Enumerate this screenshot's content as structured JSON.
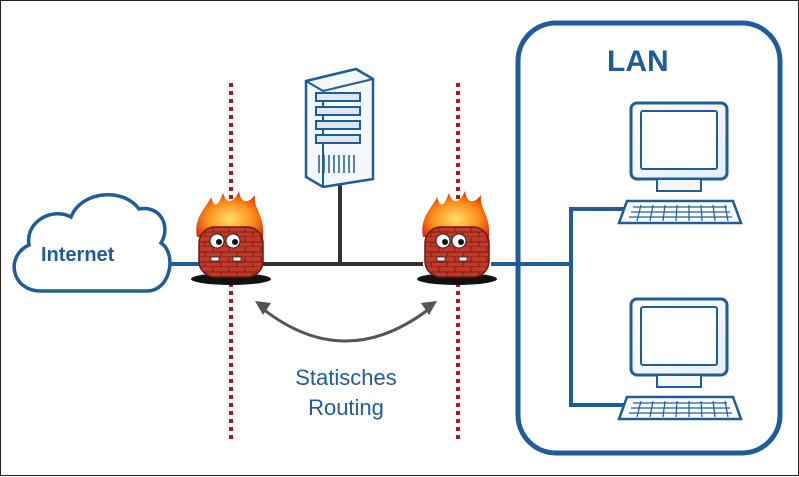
{
  "lan_label": "LAN",
  "internet_label": "Internet",
  "routing_label_line1": "Statisches",
  "routing_label_line2": "Routing",
  "colors": {
    "brand_blue": "#1f5c99",
    "dmz_dotted_red": "#a02020",
    "wire_dark": "#333333",
    "firewall_red": "#c0392b"
  },
  "icons": [
    "cloud-icon",
    "firewall-icon",
    "server-icon",
    "computer-icon"
  ]
}
